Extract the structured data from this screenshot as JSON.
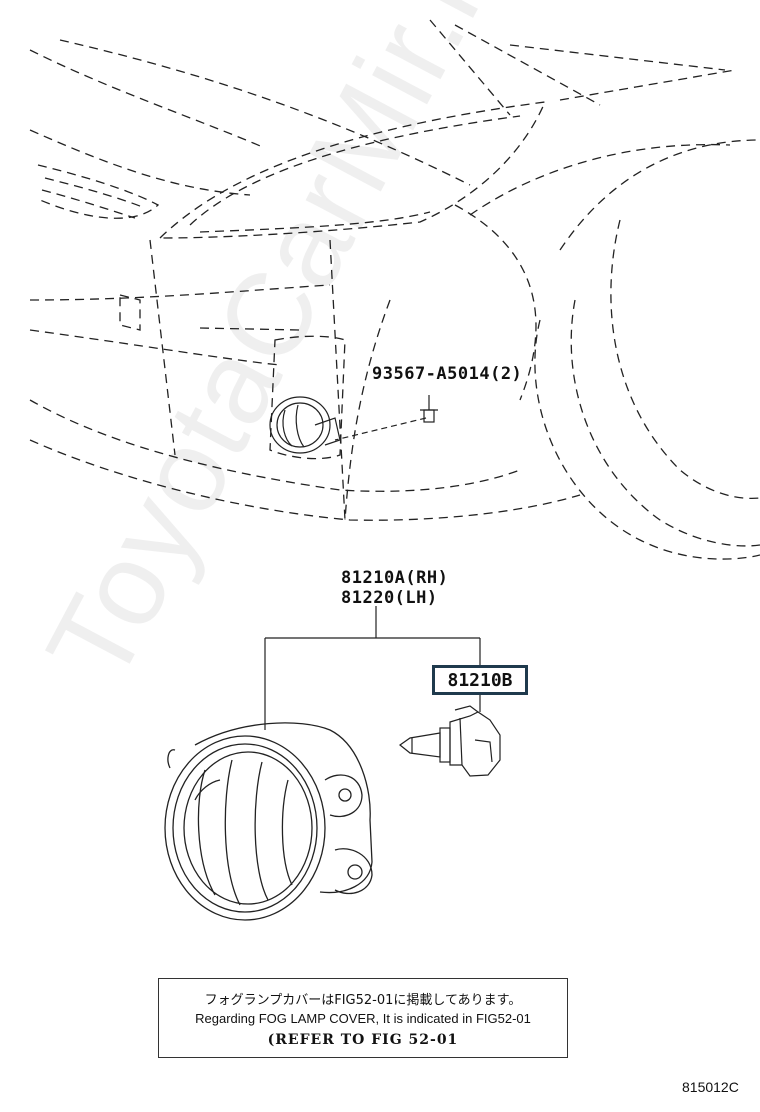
{
  "parts": {
    "screw": "93567-A5014(2)",
    "fog_lamp_rh": "81210A(RH)",
    "fog_lamp_lh": "81220(LH)",
    "bulb": "81210B"
  },
  "note": {
    "japanese": "フォグランプカバーはFIG52-01に掲載してあります。",
    "english": "Regarding FOG LAMP COVER, It is indicated in FIG52-01",
    "refer": "(REFER TO FIG 52-01"
  },
  "watermark": "ToyotaCarMir.ru",
  "figure_code": "815012C"
}
